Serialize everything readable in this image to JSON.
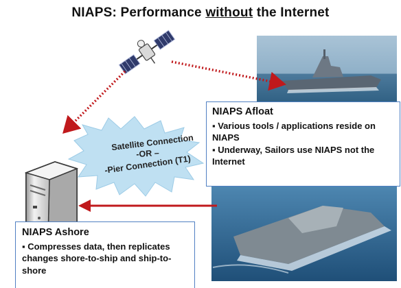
{
  "title": {
    "prefix": "NIAPS: Performance ",
    "emphasis": "without",
    "suffix": " the Internet"
  },
  "afloat": {
    "heading": "NIAPS Afloat",
    "bullets": [
      "▪ Various tools / applications reside on NIAPS",
      "▪ Underway, Sailors use NIAPS not the Internet"
    ]
  },
  "ashore": {
    "heading": "NIAPS Ashore",
    "bullets": [
      "▪ Compresses data, then replicates changes shore-to-ship and ship-to-shore"
    ]
  },
  "connection": {
    "line1": "Satellite Connection",
    "line2": "-OR –",
    "line3": "-Pier Connection (T1)"
  },
  "icons": [
    "satellite-icon",
    "server-icon",
    "destroyer-photo",
    "littoral-ship-photo"
  ],
  "colors": {
    "arrow": "#c0191c",
    "box_border": "#4f7fc2",
    "burst": "#bfe0f2",
    "sea": "#3d6f93"
  }
}
